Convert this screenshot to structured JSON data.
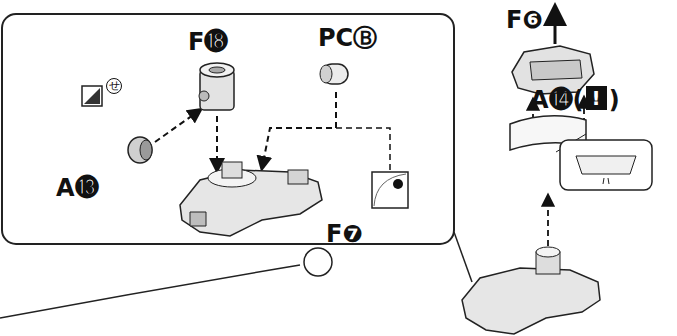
{
  "diagram": {
    "labels": [
      "F⓲",
      "PCⒷ",
      "せ",
      "A⓭",
      "F❼",
      "F❻",
      "A⓮(",
      "!",
      ")"
    ]
  }
}
